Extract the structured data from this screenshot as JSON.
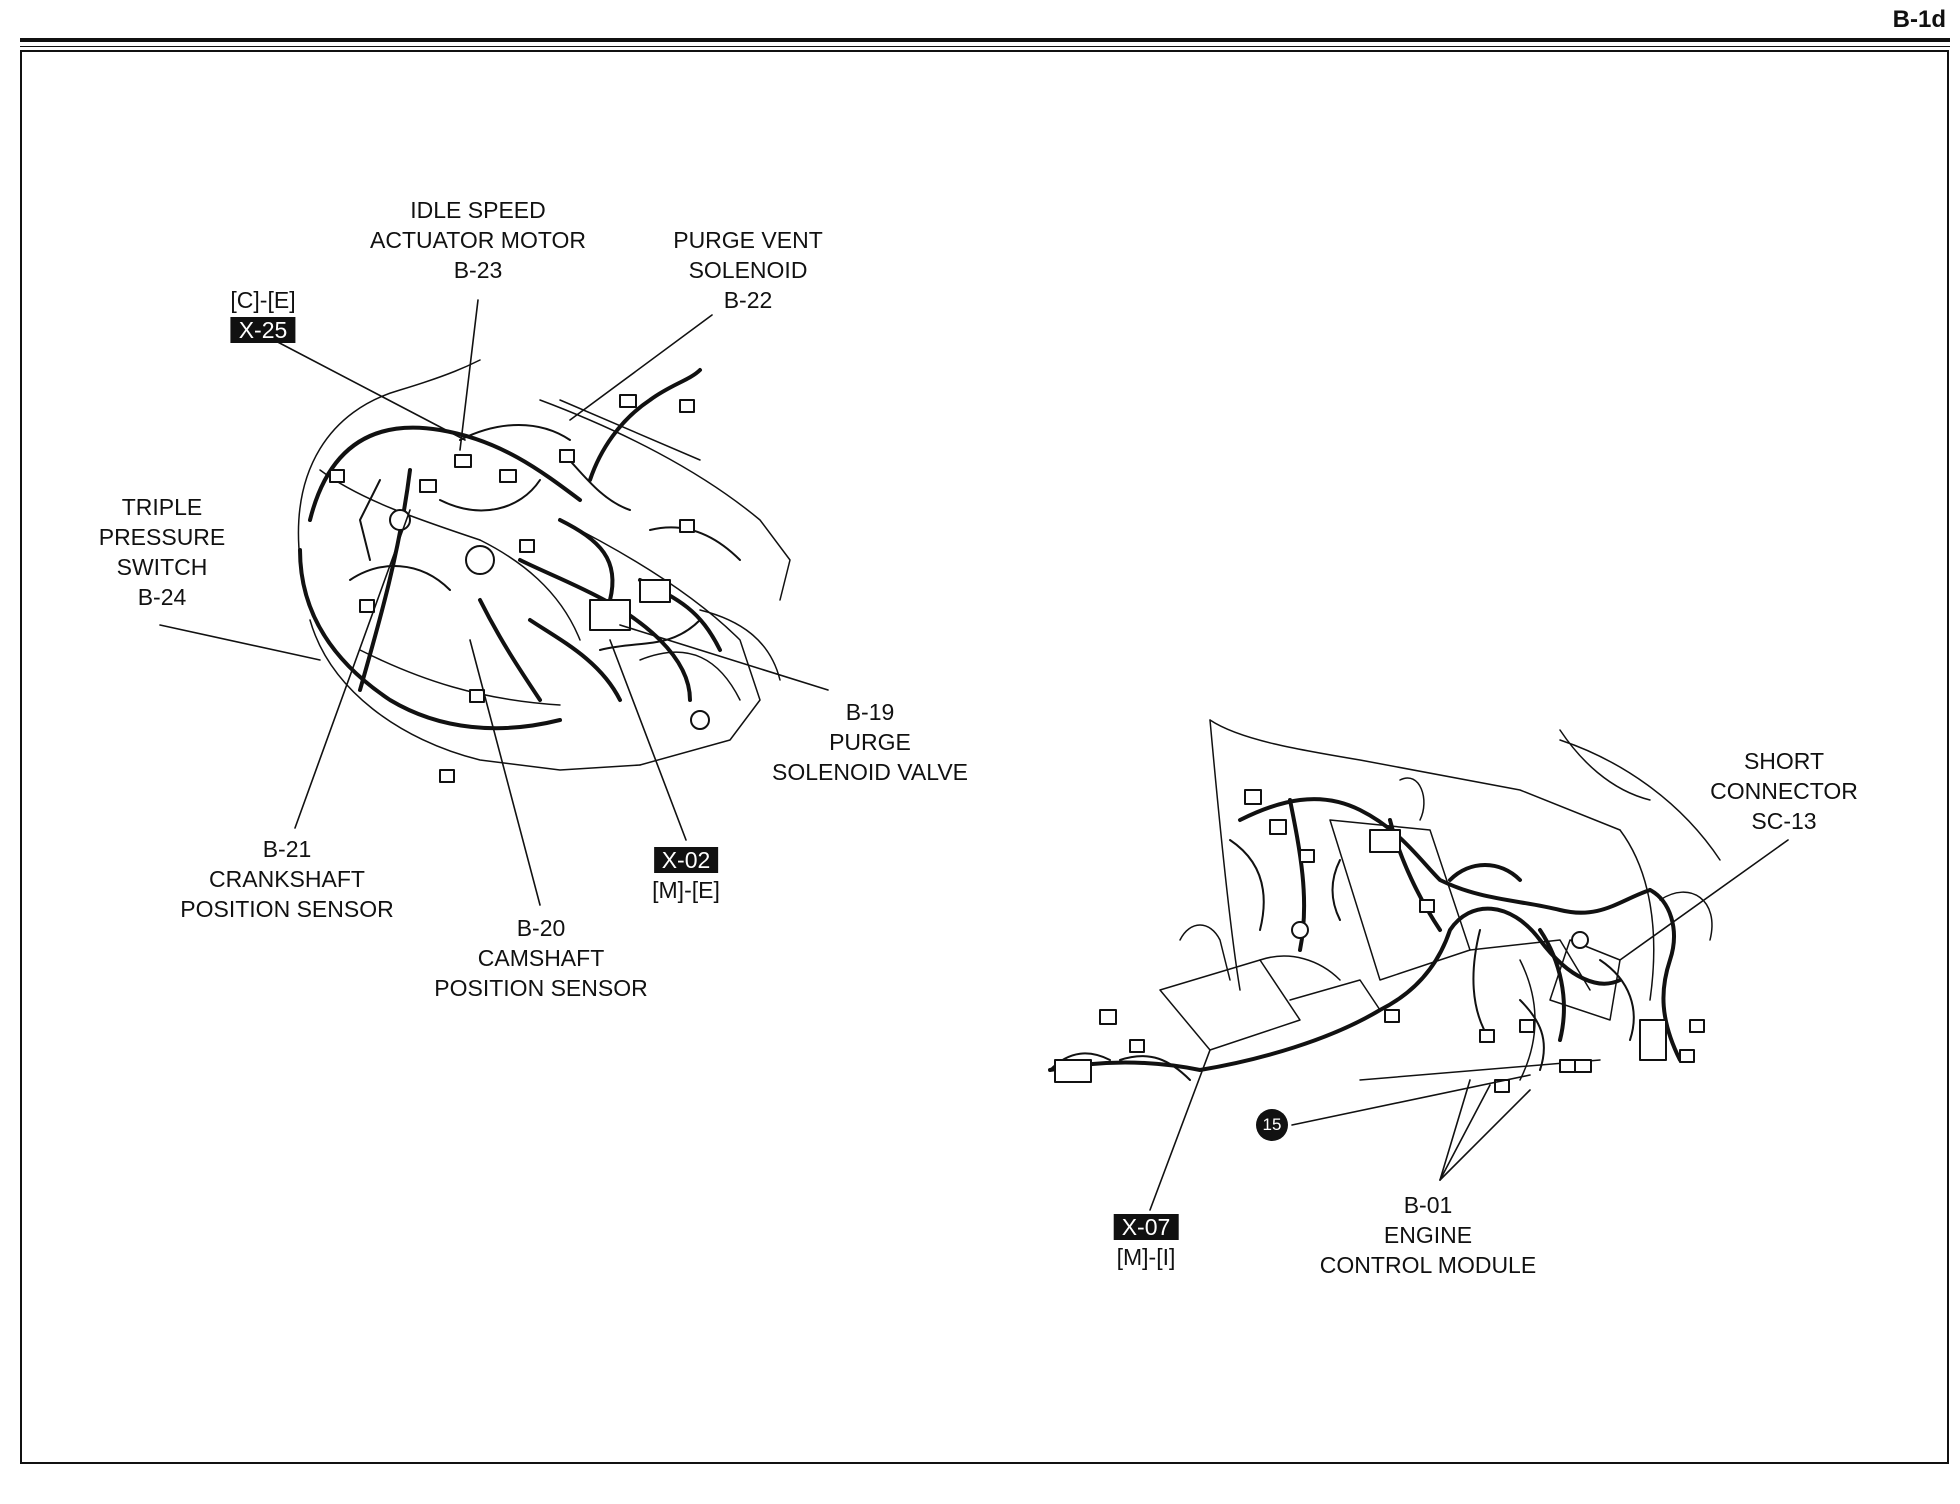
{
  "page_code": "B-1d",
  "labels": {
    "idle_speed": [
      "IDLE SPEED",
      "ACTUATOR MOTOR",
      "B-23"
    ],
    "purge_vent": [
      "PURGE VENT",
      "SOLENOID",
      "B-22"
    ],
    "triple_pressure": [
      "TRIPLE",
      "PRESSURE",
      "SWITCH",
      "B-24"
    ],
    "purge_valve": [
      "B-19",
      "PURGE",
      "SOLENOID VALVE"
    ],
    "crankshaft": [
      "B-21",
      "CRANKSHAFT",
      "POSITION SENSOR"
    ],
    "camshaft": [
      "B-20",
      "CAMSHAFT",
      "POSITION SENSOR"
    ],
    "short_connector": [
      "SHORT",
      "CONNECTOR",
      "SC-13"
    ],
    "ecm": [
      "B-01",
      "ENGINE",
      "CONTROL MODULE"
    ]
  },
  "connector_refs": {
    "x25": {
      "top": "[C]-[E]",
      "code": "X-25"
    },
    "x02": {
      "code": "X-02",
      "sub": "[M]-[E]"
    },
    "x07": {
      "code": "X-07",
      "sub": "[M]-[I]"
    }
  },
  "ground_badge": "15"
}
